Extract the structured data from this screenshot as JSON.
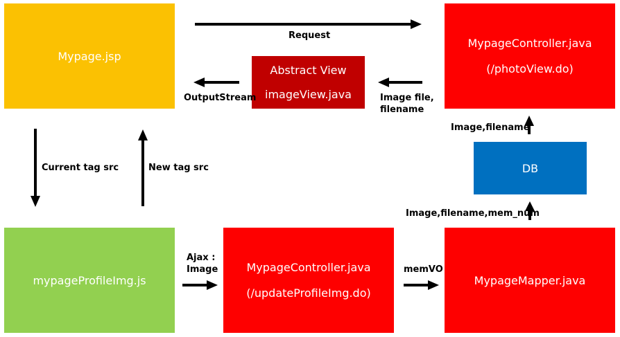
{
  "colors": {
    "jsp": "#fbc102",
    "controller": "#fe0000",
    "abstract_view": "#c00000",
    "db": "#0070c0",
    "js": "#92d050",
    "arrow": "#000000"
  },
  "boxes": {
    "mypage_jsp": {
      "line1": "Mypage.jsp"
    },
    "photo_controller": {
      "line1": "MypageController.java",
      "line2": "(/photoView.do)"
    },
    "abstract_view": {
      "line1": "Abstract View",
      "line2": "imageView.java"
    },
    "db": {
      "line1": "DB"
    },
    "profile_js": {
      "line1": "mypageProfileImg.js"
    },
    "update_controller": {
      "line1": "MypageController.java",
      "line2": "(/updateProfileImg.do)"
    },
    "mapper": {
      "line1": "MypageMapper.java"
    }
  },
  "labels": {
    "request": "Request",
    "output_stream": "OutputStream",
    "image_file_1": "Image file,",
    "image_file_2": "filename",
    "image_filename": "Image,filename",
    "image_filename_memnum": "Image,filename,mem_num",
    "current_tag_src": "Current tag src",
    "new_tag_src": "New tag src",
    "ajax_1": "Ajax :",
    "ajax_2": "Image",
    "memvo": "memVO"
  }
}
